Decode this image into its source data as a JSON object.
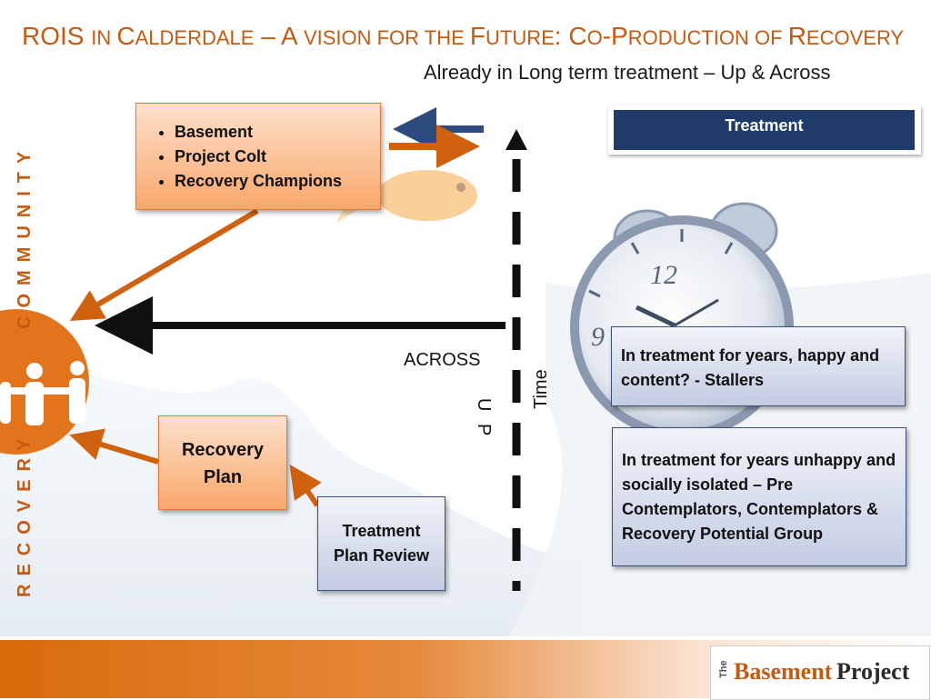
{
  "title": {
    "part1": "ROIS ",
    "part2": "IN ",
    "part3": "C",
    "part4": "ALDERDALE",
    "part5": " – A ",
    "part6": "VISION FOR THE ",
    "part7": "F",
    "part8": "UTURE",
    "part9": ": C",
    "part10": "O",
    "part11": "-P",
    "part12": "RODUCTION OF ",
    "part13": "R",
    "part14": "ECOVERY"
  },
  "subtitle": "Already in Long term treatment – Up & Across",
  "bullet_box": {
    "items": [
      "Basement",
      "Project Colt",
      "Recovery Champions"
    ]
  },
  "treatment_tab": {
    "label": "Treatment"
  },
  "stallers_box": {
    "text": "In treatment for years, happy and content? - Stallers"
  },
  "isolated_box": {
    "text": "In treatment for years unhappy and socially isolated – Pre Contemplators, Contemplators & Recovery Potential Group"
  },
  "recovery_plan_box": {
    "line1": "Recovery",
    "line2": "Plan"
  },
  "treatment_plan_review_box": {
    "line1": "Treatment",
    "line2": "Plan Review"
  },
  "labels": {
    "across": "ACROSS",
    "time": "Time",
    "up": "U P"
  },
  "side_labels": {
    "community": "COMMUNITY",
    "recovery": "RECOVERY"
  },
  "logo": {
    "the": "The",
    "basement": "Basement",
    "project": "Project"
  },
  "colors": {
    "orange": "#c55a11",
    "navy": "#1f3b6a",
    "arrow_orange": "#d0620f",
    "black": "#111111"
  }
}
